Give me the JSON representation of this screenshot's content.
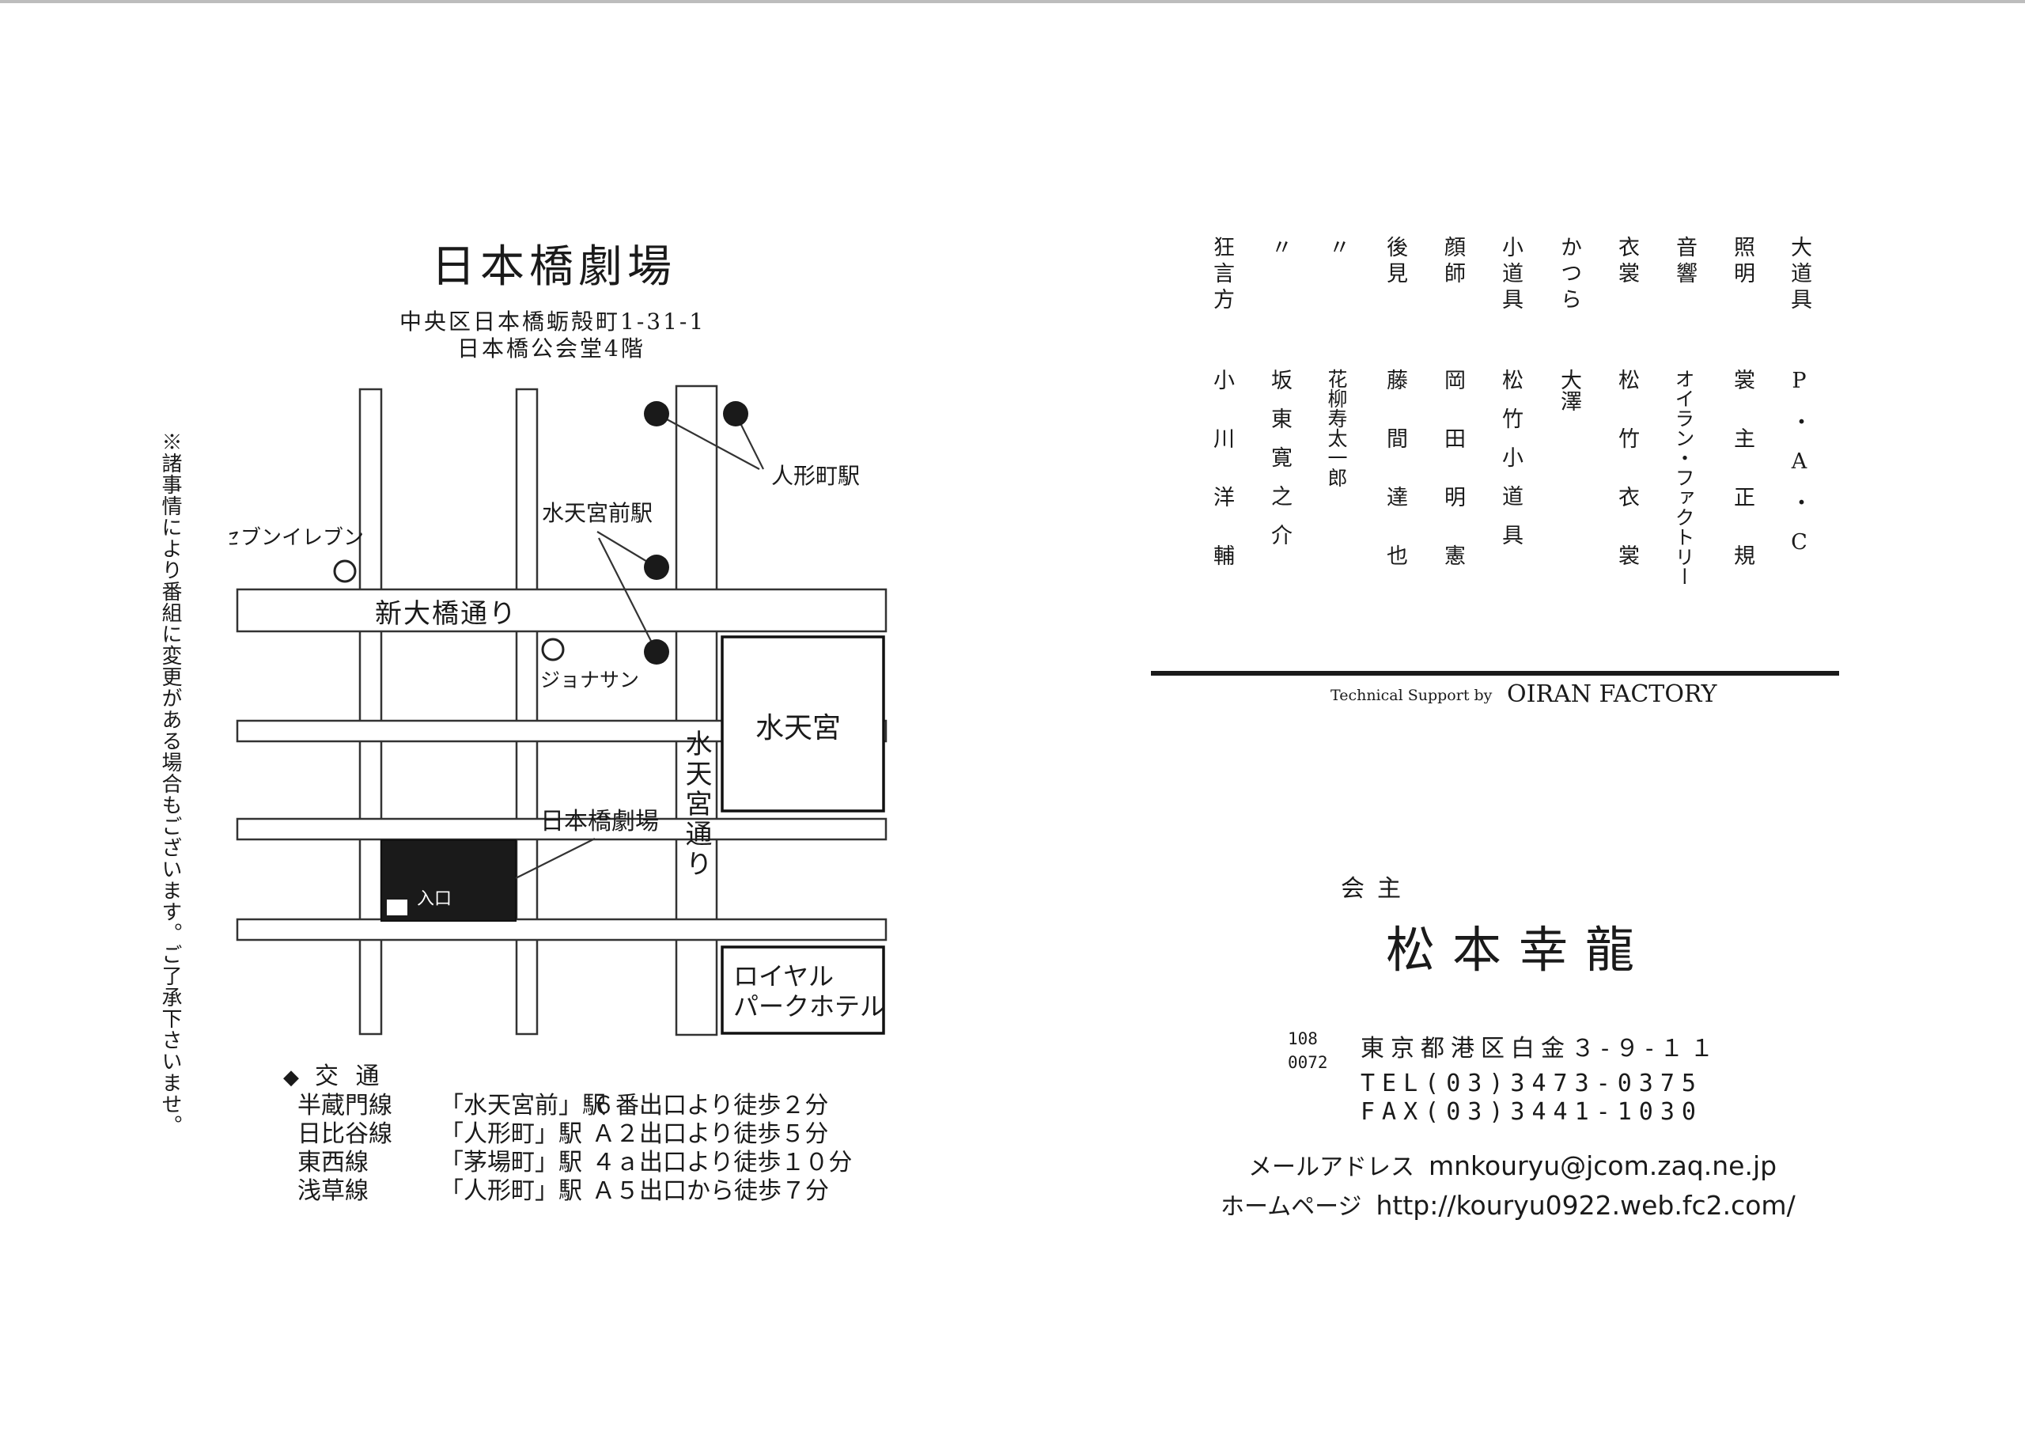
{
  "theater": {
    "title": "日本橋劇場",
    "address_line1": "中央区日本橋蛎殻町1-31-1",
    "address_line2": "日本橋公会堂4階"
  },
  "notice": "※諸事情により番組に変更がある場合もございます。ご了承下さいませ。",
  "map": {
    "seven_eleven": "セブンイレブン",
    "ningyocho_station": "人形町駅",
    "suitengumae_station": "水天宮前駅",
    "shin_ohashi_street": "新大橋通り",
    "jonathan": "ジョナサン",
    "suitengu": "水天宮",
    "suitengu_street": "水天宮通り",
    "theater_label": "日本橋劇場",
    "entrance": "入口",
    "royal_park_line1": "ロイヤル",
    "royal_park_line2": "パークホテル"
  },
  "access": {
    "title": "交 通",
    "diamond": "◆",
    "rows": [
      {
        "line": "半蔵門線",
        "station": "「水天宮前」駅",
        "detail": "６番出口より徒歩２分"
      },
      {
        "line": "日比谷線",
        "station": "「人形町」駅",
        "detail": "Ａ２出口より徒歩５分"
      },
      {
        "line": "東西線",
        "station": "「茅場町」駅",
        "detail": "４ａ出口より徒歩１０分"
      },
      {
        "line": "浅草線",
        "station": "「人形町」駅",
        "detail": "Ａ５出口から徒歩７分"
      }
    ]
  },
  "credits": [
    {
      "role": "大道具",
      "name": "P・A・C"
    },
    {
      "role": "照明",
      "name": "裳主正規"
    },
    {
      "role": "音響",
      "name": "オイラン・ファクトリー"
    },
    {
      "role": "衣裳",
      "name": "松竹衣裳"
    },
    {
      "role": "かつら",
      "name": "大澤"
    },
    {
      "role": "小道具",
      "name": "松竹小道具"
    },
    {
      "role": "顔師",
      "name": "岡田明憲"
    },
    {
      "role": "後見",
      "name": "藤間達也"
    },
    {
      "role": "〃",
      "name": "花柳寿太一郎"
    },
    {
      "role": "〃",
      "name": "坂東寛之介"
    },
    {
      "role": "狂言方",
      "name": "小川洋輔"
    }
  ],
  "technical_support": {
    "label": "Technical Support by",
    "name": "OIRAN FACTORY"
  },
  "host": {
    "label": "会主",
    "name": "松本幸龍"
  },
  "contact": {
    "postal_line1": "108",
    "postal_line2": "0072",
    "address": "東京都港区白金３-９-１１",
    "tel": "TEL(03)3473-0375",
    "fax": "FAX(03)3441-1030",
    "email_label": "メールアドレス",
    "email": "mnkouryu@jcom.zaq.ne.jp",
    "web_label": "ホームページ",
    "web": "http://kouryu0922.web.fc2.com/"
  }
}
